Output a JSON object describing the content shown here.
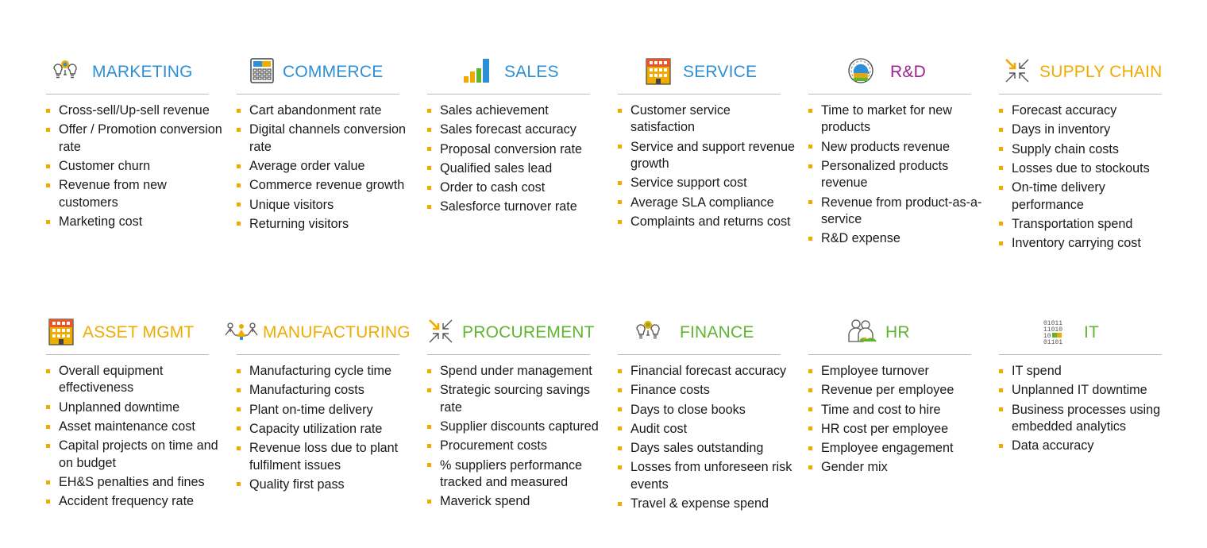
{
  "colors": {
    "blue": "#2d8fd5",
    "purple": "#a0208f",
    "orange": "#f0ab00",
    "green": "#5fb52f",
    "bullet": "#f0ab00"
  },
  "row1": [
    {
      "title": "MARKETING",
      "icon": "lightbulbs-icon",
      "items": [
        "Cross-sell/Up-sell revenue",
        "Offer / Promotion conversion rate",
        "Customer churn",
        "Revenue from new customers",
        "Marketing cost"
      ]
    },
    {
      "title": "COMMERCE",
      "icon": "calculator-icon",
      "items": [
        "Cart abandonment rate",
        "Digital channels conversion rate",
        "Average order value",
        "Commerce revenue growth",
        "Unique visitors",
        "Returning visitors"
      ]
    },
    {
      "title": "SALES",
      "icon": "bar-chart-icon",
      "items": [
        "Sales achievement",
        "Sales forecast accuracy",
        "Proposal conversion rate",
        "Qualified sales lead",
        "Order to cash cost",
        "Salesforce turnover rate"
      ]
    },
    {
      "title": "SERVICE",
      "icon": "building-icon",
      "items": [
        "Customer service satisfaction",
        "Service and support revenue growth",
        "Service support cost",
        "Average SLA compliance",
        "Complaints and returns cost"
      ]
    },
    {
      "title": "R&D",
      "icon": "head-gear-icon",
      "items": [
        "Time to market for new products",
        "New products revenue",
        "Personalized products revenue",
        "Revenue from product-as-a-service",
        "R&D expense"
      ]
    },
    {
      "title": "SUPPLY CHAIN",
      "icon": "arrows-in-icon",
      "items": [
        "Forecast accuracy",
        "Days in inventory",
        "Supply chain costs",
        "Losses due to stockouts",
        "On-time delivery performance",
        "Transportation spend",
        "Inventory carrying cost"
      ]
    }
  ],
  "row2": [
    {
      "title": "ASSET MGMT",
      "icon": "building-icon",
      "items": [
        "Overall equipment effectiveness",
        "Unplanned downtime",
        "Asset maintenance cost",
        "Capital projects on time and on budget",
        "EH&S penalties and fines",
        "Accident frequency rate"
      ]
    },
    {
      "title": "MANUFACTURING",
      "icon": "workers-icon",
      "items": [
        "Manufacturing cycle time",
        "Manufacturing costs",
        "Plant on-time delivery",
        "Capacity utilization rate",
        "Revenue loss due to plant fulfilment issues",
        "Quality first pass"
      ]
    },
    {
      "title": "PROCUREMENT",
      "icon": "arrows-in-icon",
      "items": [
        "Spend under management",
        "Strategic sourcing savings rate",
        "Supplier discounts captured",
        "Procurement costs",
        "% suppliers performance tracked and measured",
        "Maverick spend"
      ]
    },
    {
      "title": "FINANCE",
      "icon": "lightbulbs-icon",
      "items": [
        "Financial forecast accuracy",
        "Finance costs",
        "Days to close books",
        "Audit cost",
        "Days sales outstanding",
        "Losses from unforeseen risk events",
        "Travel & expense spend"
      ]
    },
    {
      "title": "HR",
      "icon": "people-icon",
      "items": [
        "Employee turnover",
        "Revenue per employee",
        "Time and cost to hire",
        "HR cost per employee",
        "Employee engagement",
        "Gender mix"
      ]
    },
    {
      "title": "IT",
      "icon": "binary-icon",
      "binary": [
        "01011",
        "11010",
        "10",
        "01101"
      ],
      "items": [
        "IT spend",
        "Unplanned IT downtime",
        "Business processes using embedded analytics",
        "Data accuracy"
      ]
    }
  ]
}
